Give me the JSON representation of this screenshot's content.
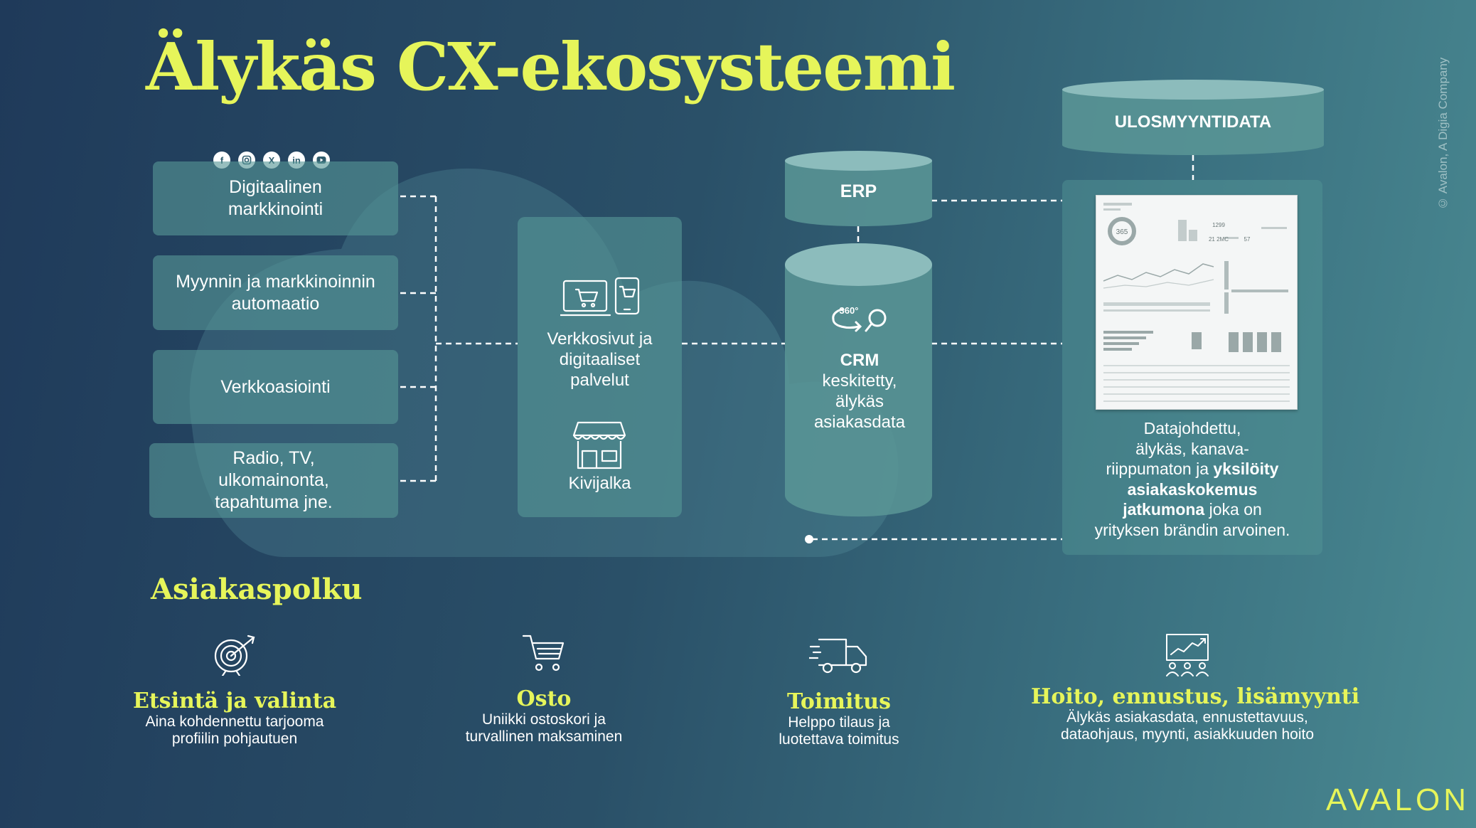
{
  "title": "Älykäs CX-ekosysteemi",
  "copyright": "© Avalon, A Digia Company",
  "social_icons": [
    "facebook-icon",
    "instagram-icon",
    "x-icon",
    "linkedin-icon",
    "youtube-icon"
  ],
  "channels": [
    {
      "label": "Digitaalinen\nmarkkinointi"
    },
    {
      "label": "Myynnin ja markkinoinnin\nautomaatio"
    },
    {
      "label": "Verkkoasiointi"
    },
    {
      "label": "Radio, TV,\nulkomainonta,\ntapahtuma jne."
    }
  ],
  "touchpoints": {
    "web_label": "Verkkosivut ja\ndigitaaliset\npalvelut",
    "store_label": "Kivijalka"
  },
  "erp": {
    "label": "ERP"
  },
  "crm": {
    "badge": "360°",
    "title": "CRM",
    "text": "keskitetty,\nälykäs\nasiakasdata"
  },
  "upsell": {
    "label": "ULOSMYYNTIDATA",
    "report_numbers": [
      "365",
      "1299",
      "21 2MC",
      "57"
    ],
    "text_1": "Datajohdettu,\nälykäs, kanava-\nriippumaton ja ",
    "text_bold": "yksilöity\nasiakaskokemus\njatkumona",
    "text_2": " joka on\nyrityksen brändin arvoinen."
  },
  "journey": {
    "heading": "Asiakaspolku",
    "steps": [
      {
        "icon": "target-icon",
        "title": "Etsintä ja valinta",
        "desc": "Aina kohdennettu tarjooma\nprofiilin pohjautuen"
      },
      {
        "icon": "cart-icon",
        "title": "Osto",
        "desc": "Uniikki ostoskori ja\nturvallinen maksaminen"
      },
      {
        "icon": "truck-icon",
        "title": "Toimitus",
        "desc": "Helppo tilaus ja\nluotettava toimitus"
      },
      {
        "icon": "analytics-icon",
        "title": "Hoito, ennustus, lisämyynti",
        "desc": "Älykäs asiakasdata, ennustettavuus,\ndataohjaus, myynti, asiakkuuden hoito"
      }
    ]
  },
  "logo": "AVALON",
  "colors": {
    "accent": "#e6f55a",
    "box": "#5a9696",
    "background_start": "#1f3a5a",
    "background_end": "#4a8a92"
  }
}
